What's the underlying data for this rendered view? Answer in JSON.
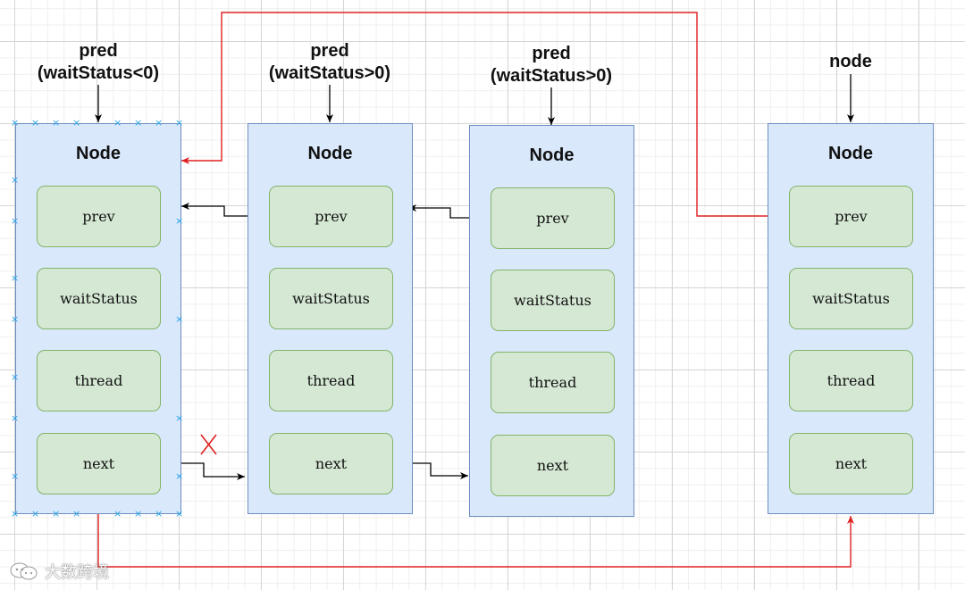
{
  "nodes": [
    {
      "title": "Node",
      "pointer": {
        "line1": "pred",
        "line2": "(waitStatus<0)"
      },
      "fields": {
        "prev": "prev",
        "waitStatus": "waitStatus",
        "thread": "thread",
        "next": "next"
      },
      "selected": true
    },
    {
      "title": "Node",
      "pointer": {
        "line1": "pred",
        "line2": "(waitStatus>0)"
      },
      "fields": {
        "prev": "prev",
        "waitStatus": "waitStatus",
        "thread": "thread",
        "next": "next"
      },
      "selected": false
    },
    {
      "title": "Node",
      "pointer": {
        "line1": "pred",
        "line2": "(waitStatus>0)"
      },
      "fields": {
        "prev": "prev",
        "waitStatus": "waitStatus",
        "thread": "thread",
        "next": "next"
      },
      "selected": false
    },
    {
      "title": "Node",
      "pointer": {
        "line1": "node",
        "line2": ""
      },
      "fields": {
        "prev": "prev",
        "waitStatus": "waitStatus",
        "thread": "thread",
        "next": "next"
      },
      "selected": false
    }
  ],
  "colors": {
    "node_fill": "#dae8fc",
    "node_stroke": "#6c8ebf",
    "field_fill": "#d5e8d4",
    "field_stroke": "#82b366",
    "link_black": "#000000",
    "link_red": "#e02020",
    "cross_mark": "#e02020",
    "selection_handle": "#29a3e6"
  },
  "links": [
    {
      "from": "node4.prev",
      "to": "node1",
      "color": "red"
    },
    {
      "from": "node2.prev",
      "to": "node1",
      "color": "black"
    },
    {
      "from": "node3.prev",
      "to": "node2",
      "color": "black"
    },
    {
      "from": "node1.next",
      "to": "node2",
      "color": "black",
      "crossed": true
    },
    {
      "from": "node2.next",
      "to": "node3",
      "color": "black"
    },
    {
      "from": "node1.next",
      "to": "node4",
      "color": "red"
    }
  ],
  "watermark": {
    "text": "大数跨境",
    "icon": "wechat-logo-icon"
  }
}
